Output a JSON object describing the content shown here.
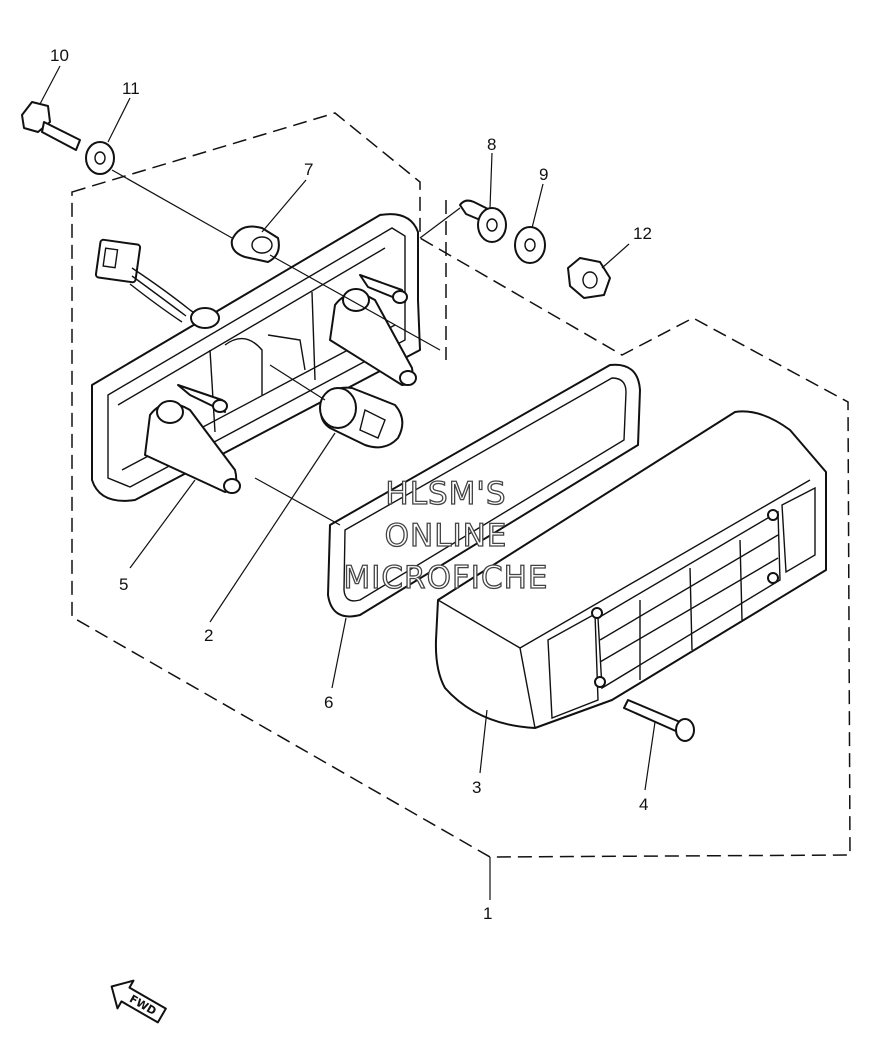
{
  "callouts": {
    "c1": "1",
    "c2": "2",
    "c3": "3",
    "c4": "4",
    "c5": "5",
    "c6": "6",
    "c7": "7",
    "c8": "8",
    "c9": "9",
    "c10": "10",
    "c11": "11",
    "c12": "12"
  },
  "watermark": {
    "line1": "HLSM'S",
    "line2": "ONLINE",
    "line3": "MICROFICHE"
  },
  "direction_badge": "FWD"
}
